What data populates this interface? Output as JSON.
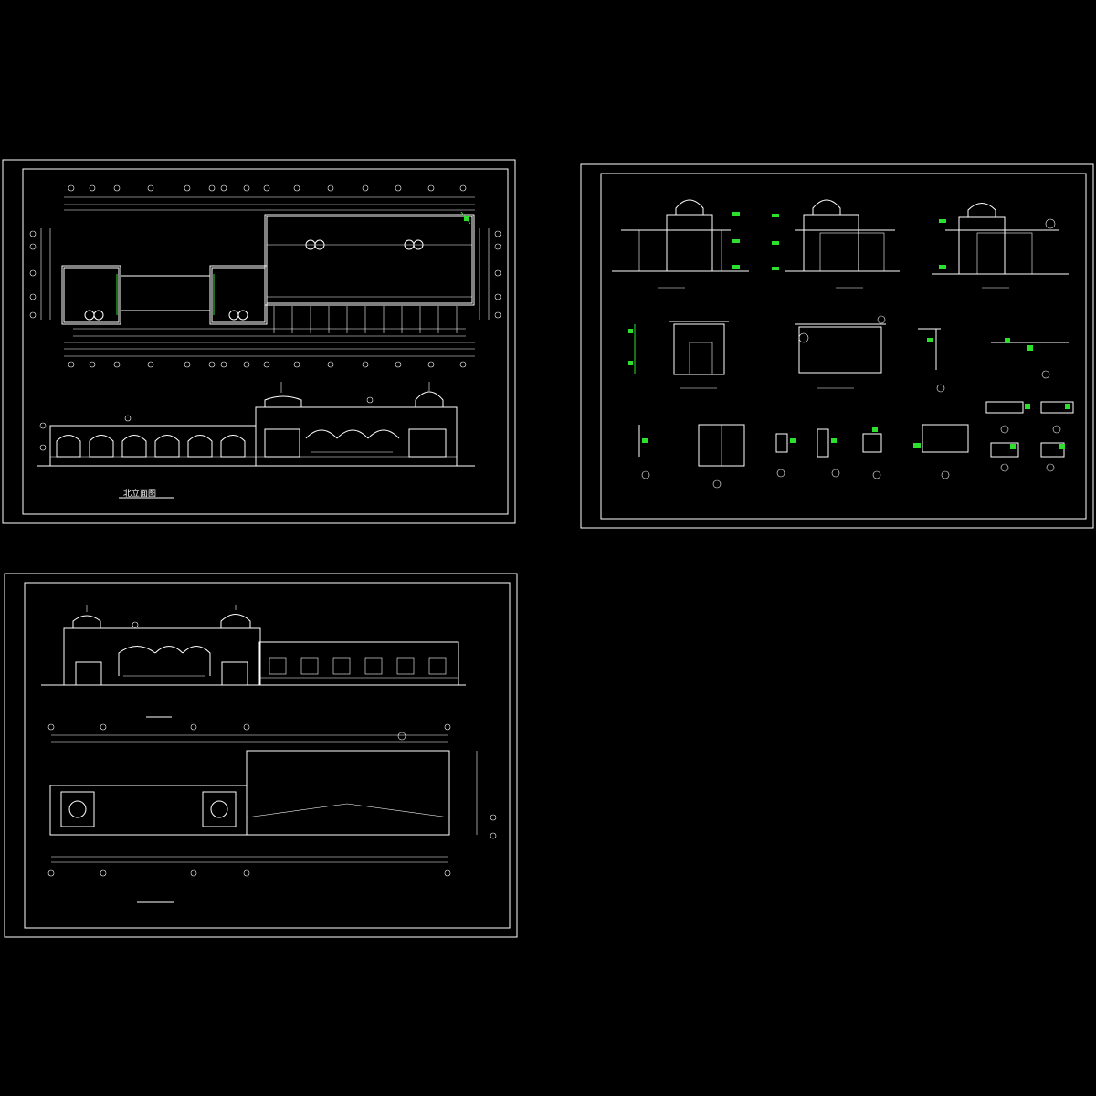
{
  "colors": {
    "background": "#000000",
    "line": "#ffffff",
    "accent": "#2ee02e"
  },
  "sheets": [
    {
      "id": "sheet-1",
      "views": [
        "floor-plan",
        "north-elevation"
      ],
      "title_text": "北立面图"
    },
    {
      "id": "sheet-2",
      "views": [
        "elevations",
        "sections",
        "details"
      ]
    },
    {
      "id": "sheet-3",
      "views": [
        "south-elevation",
        "roof-plan"
      ]
    }
  ]
}
